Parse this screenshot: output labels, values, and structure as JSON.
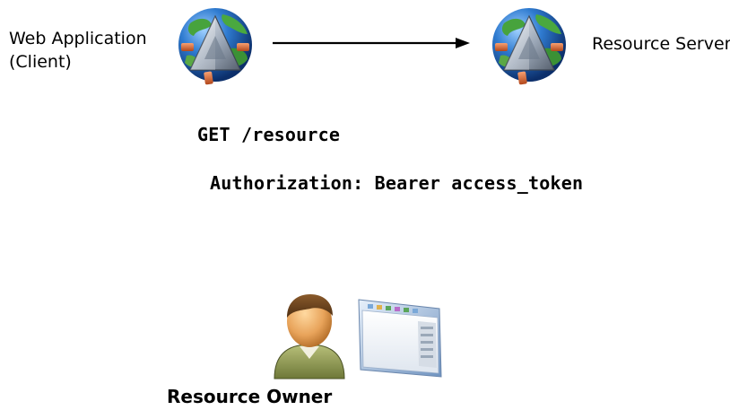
{
  "client": {
    "label_line1": "Web Application",
    "label_line2": "(Client)",
    "icon": "globe-server-icon"
  },
  "server": {
    "label": "Resource Server",
    "icon": "globe-server-icon"
  },
  "request": {
    "method_line": "GET /resource",
    "auth_header": "Authorization: Bearer access_token",
    "arrow": "right-arrow-icon"
  },
  "owner": {
    "label": "Resource Owner",
    "icon": "user-icon",
    "browser_icon": "browser-window-icon"
  },
  "colors": {
    "globe_blue": "#2a6fc0",
    "globe_green": "#3f9a3a",
    "pipe_orange": "#d9652a",
    "person_skin": "#e8a35a",
    "person_shirt": "#8f9a52"
  }
}
